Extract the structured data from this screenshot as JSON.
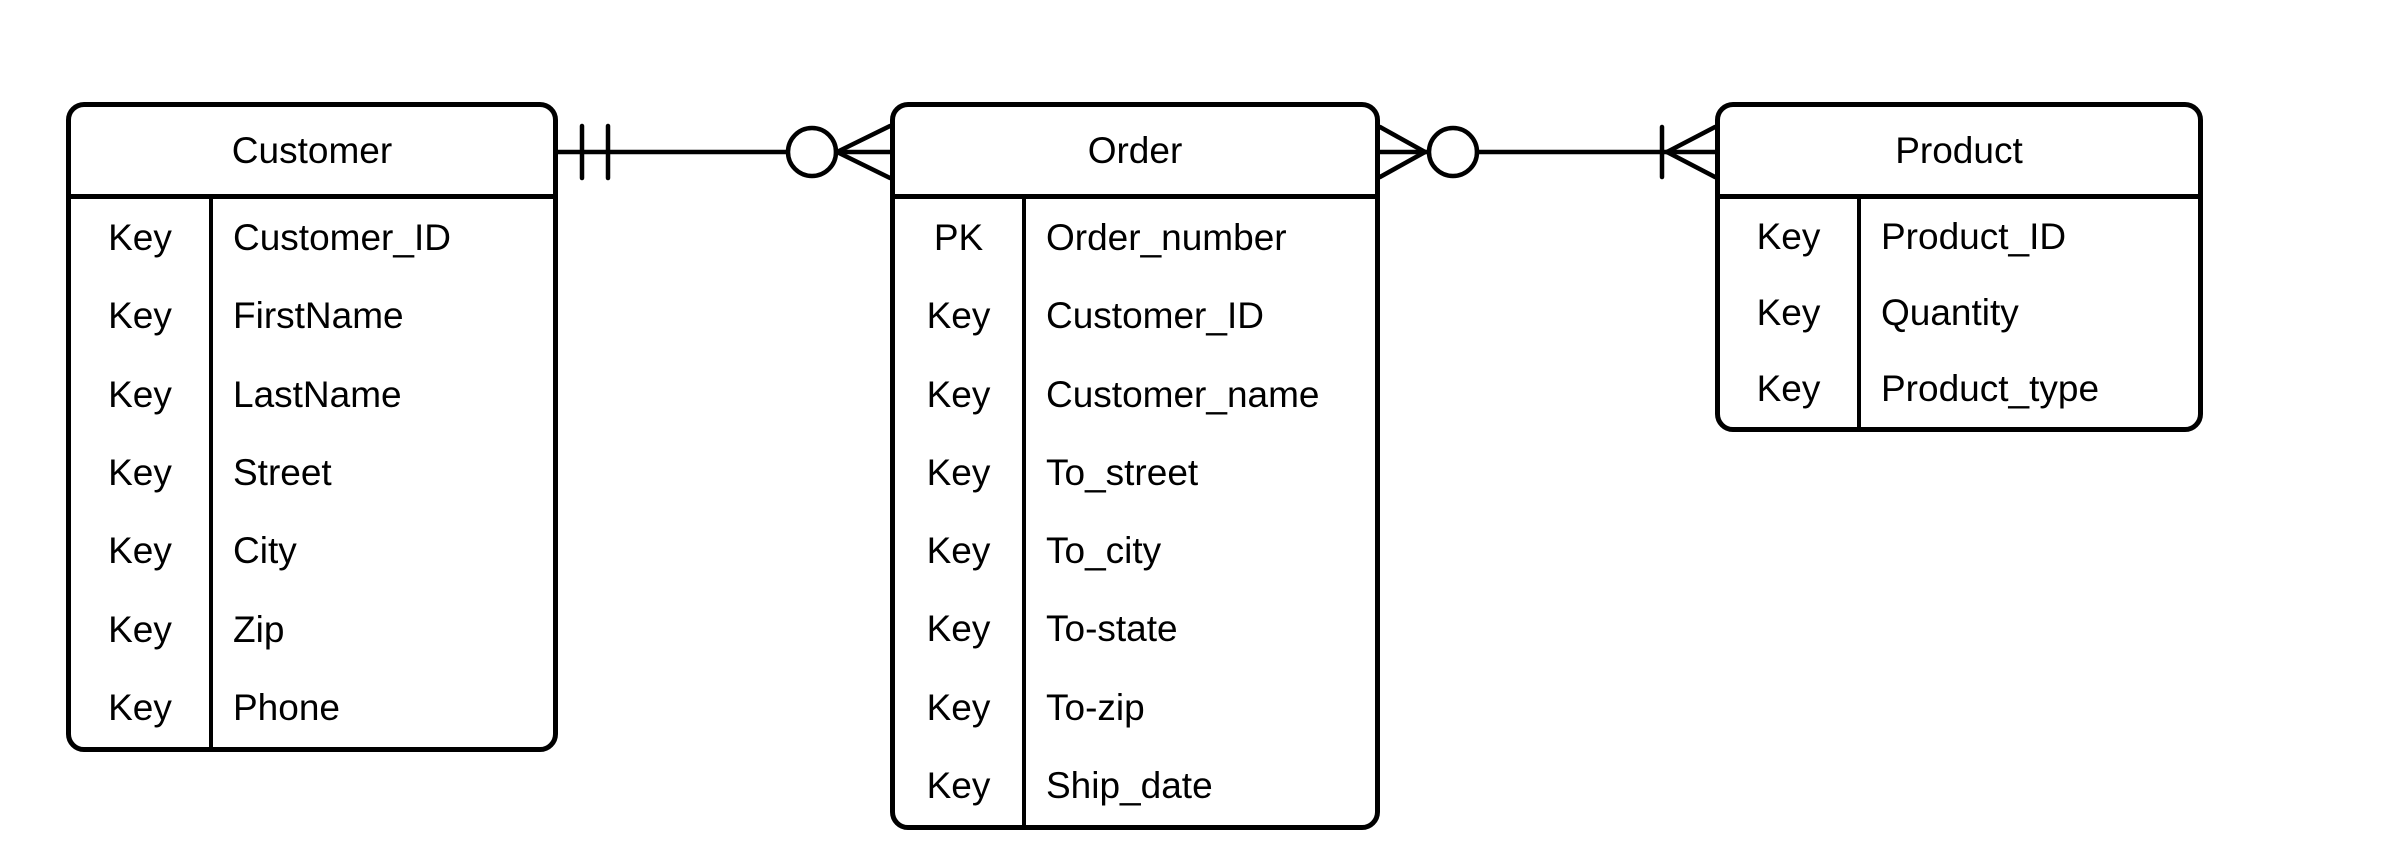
{
  "entities": [
    {
      "id": "customer",
      "title": "Customer",
      "rows": [
        {
          "key": "Key",
          "field": "Customer_ID"
        },
        {
          "key": "Key",
          "field": "FirstName"
        },
        {
          "key": "Key",
          "field": "LastName"
        },
        {
          "key": "Key",
          "field": "Street"
        },
        {
          "key": "Key",
          "field": "City"
        },
        {
          "key": "Key",
          "field": "Zip"
        },
        {
          "key": "Key",
          "field": "Phone"
        }
      ]
    },
    {
      "id": "order",
      "title": "Order",
      "rows": [
        {
          "key": "PK",
          "field": "Order_number"
        },
        {
          "key": "Key",
          "field": "Customer_ID"
        },
        {
          "key": "Key",
          "field": "Customer_name"
        },
        {
          "key": "Key",
          "field": "To_street"
        },
        {
          "key": "Key",
          "field": "To_city"
        },
        {
          "key": "Key",
          "field": "To-state"
        },
        {
          "key": "Key",
          "field": "To-zip"
        },
        {
          "key": "Key",
          "field": "Ship_date"
        }
      ]
    },
    {
      "id": "product",
      "title": "Product",
      "rows": [
        {
          "key": "Key",
          "field": "Product_ID"
        },
        {
          "key": "Key",
          "field": "Quantity"
        },
        {
          "key": "Key",
          "field": "Product_type"
        }
      ]
    }
  ],
  "relationships": [
    {
      "from": "Customer",
      "to": "Order",
      "from_notation": "one-and-only-one",
      "to_notation": "zero-or-many"
    },
    {
      "from": "Order",
      "to": "Product",
      "from_notation": "zero-or-many",
      "to_notation": "one-or-many"
    }
  ],
  "colors": {
    "stroke": "#000000",
    "background": "#ffffff",
    "text": "#000000"
  }
}
